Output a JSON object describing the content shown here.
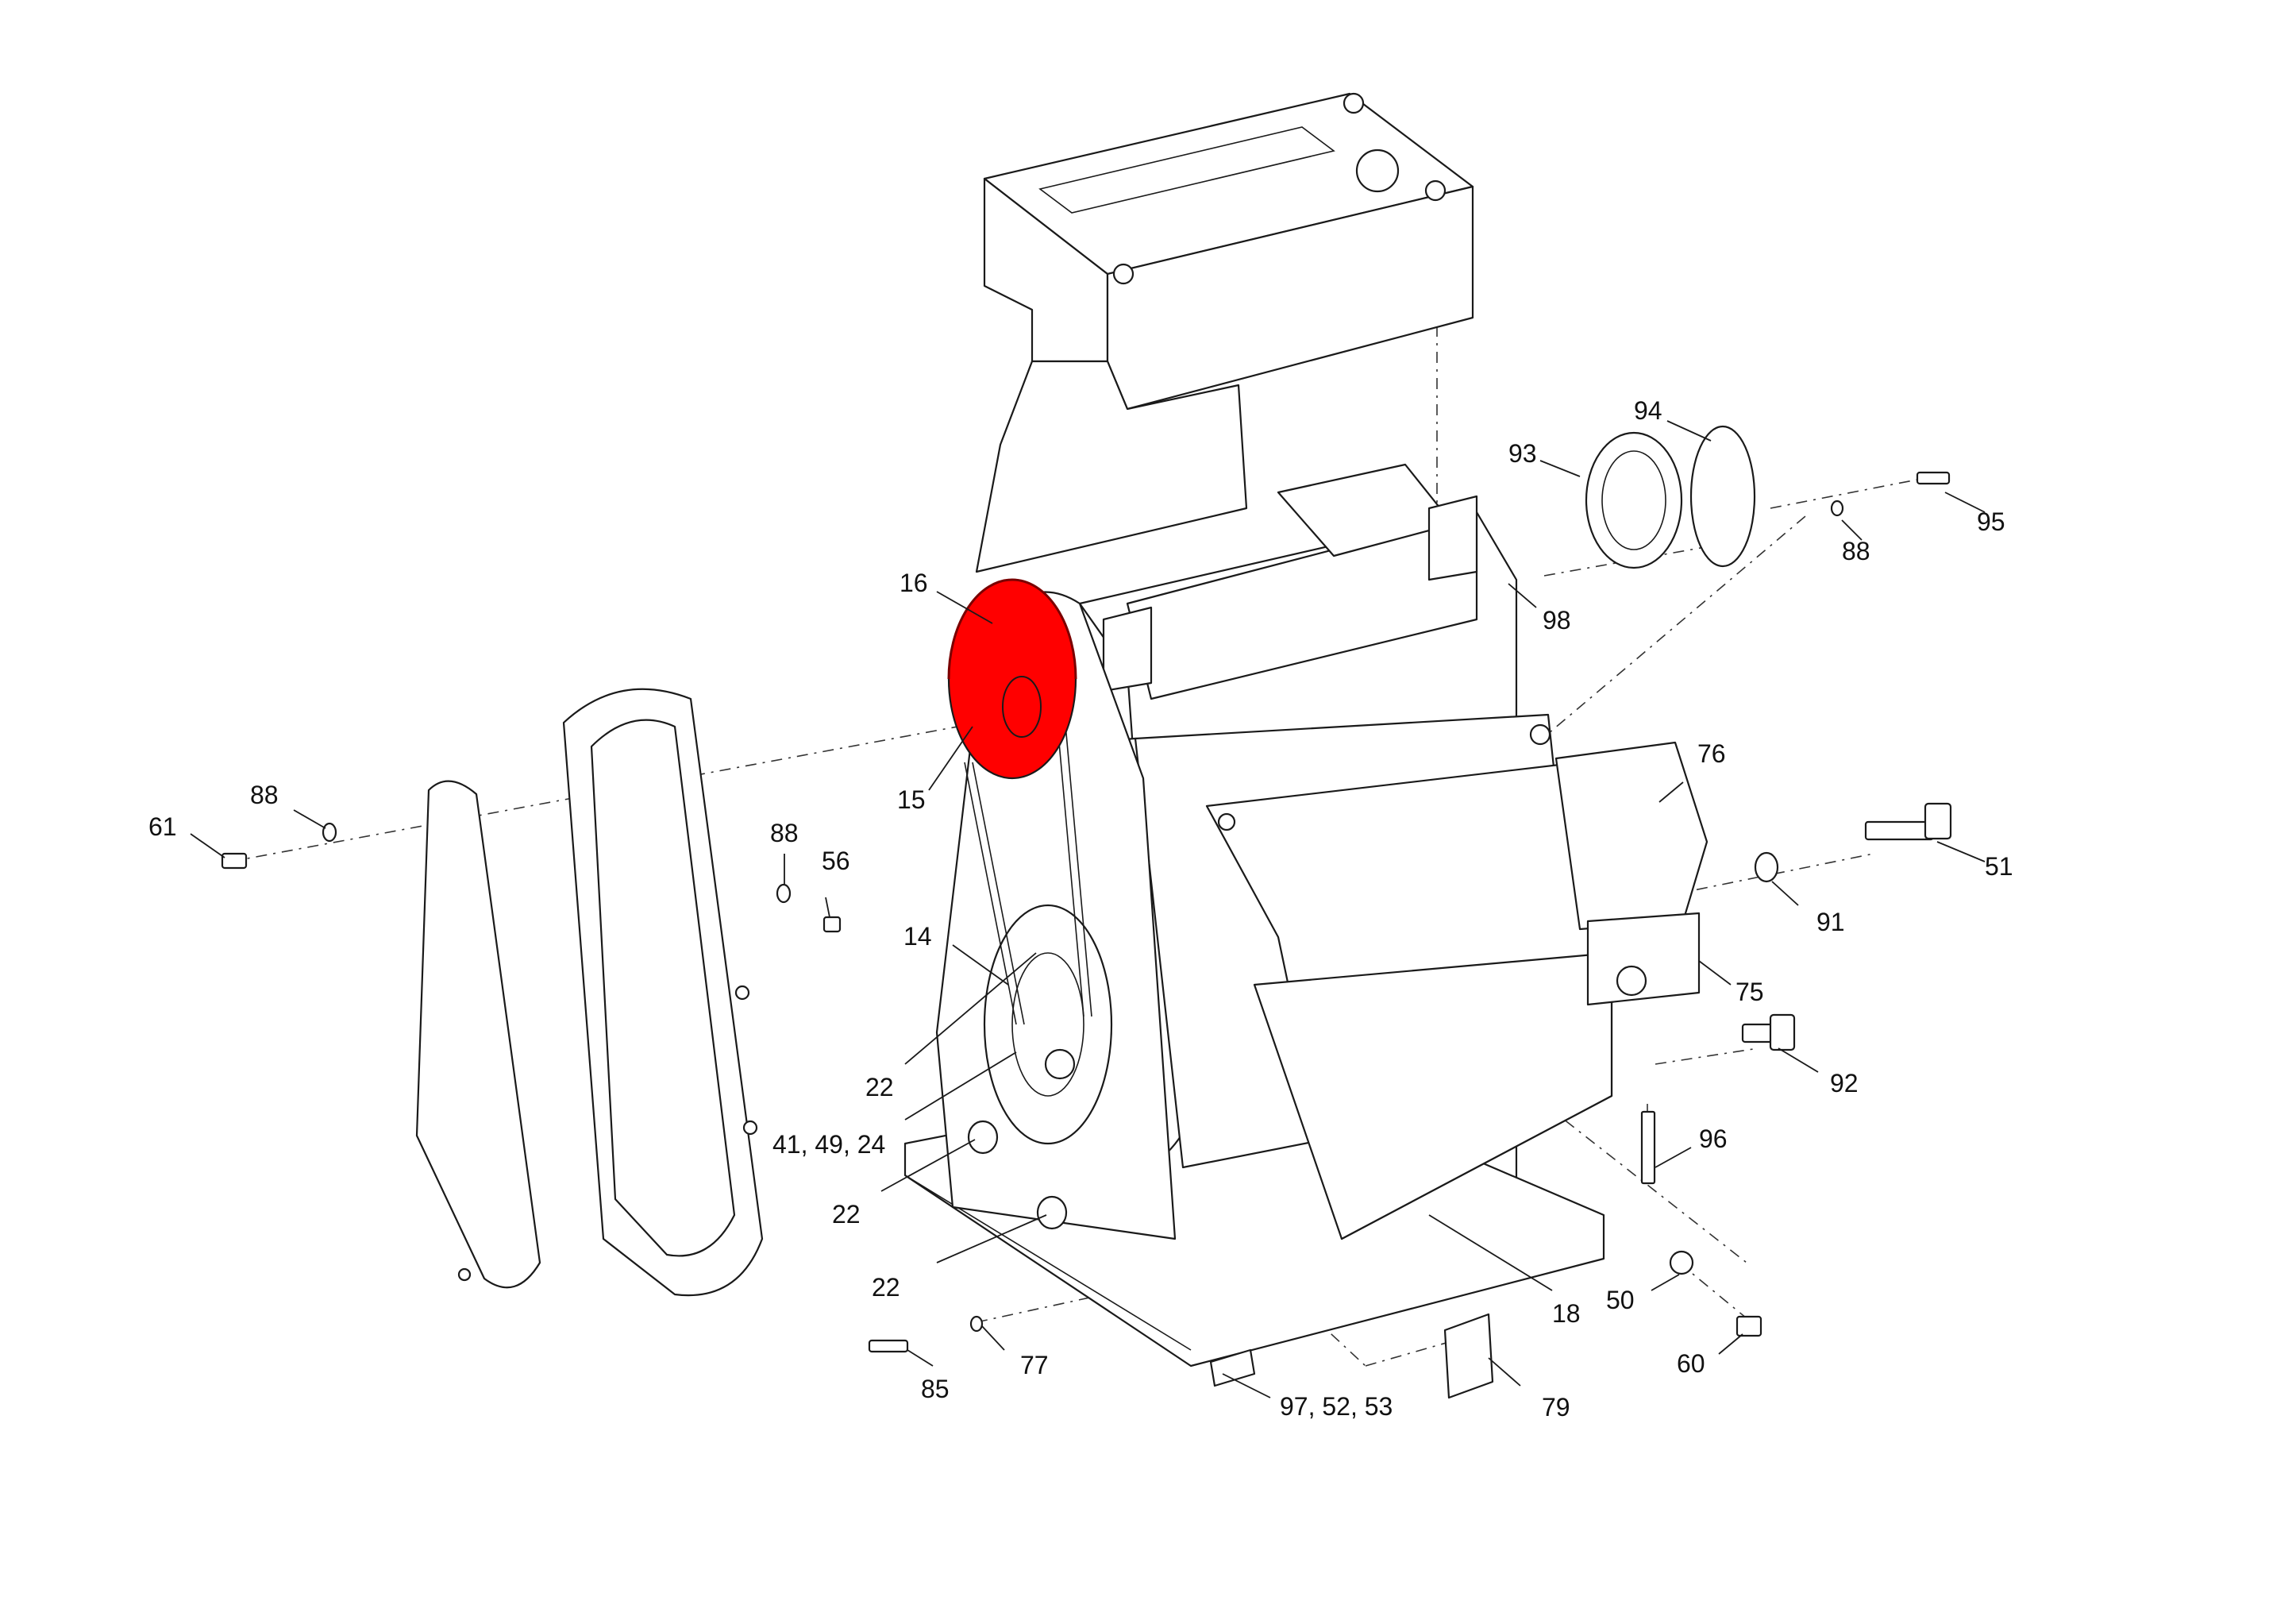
{
  "colors": {
    "line": "#1a1a1a",
    "highlight": "#ff0000",
    "background": "#ffffff"
  },
  "highlighted_part": "15",
  "callouts": {
    "c16": "16",
    "c15": "15",
    "c14": "14",
    "c22a": "22",
    "c41": "41, 49, 24",
    "c22b": "22",
    "c22c": "22",
    "c61": "61",
    "c88a": "88",
    "c88b": "88",
    "c56": "56",
    "c93": "93",
    "c94": "94",
    "c95": "95",
    "c88c": "88",
    "c98": "98",
    "c76": "76",
    "c51": "51",
    "c91": "91",
    "c75": "75",
    "c92": "92",
    "c96": "96",
    "c50": "50",
    "c60": "60",
    "c18": "18",
    "c79": "79",
    "c97": "97, 52, 53",
    "c85": "85",
    "c77": "77"
  }
}
